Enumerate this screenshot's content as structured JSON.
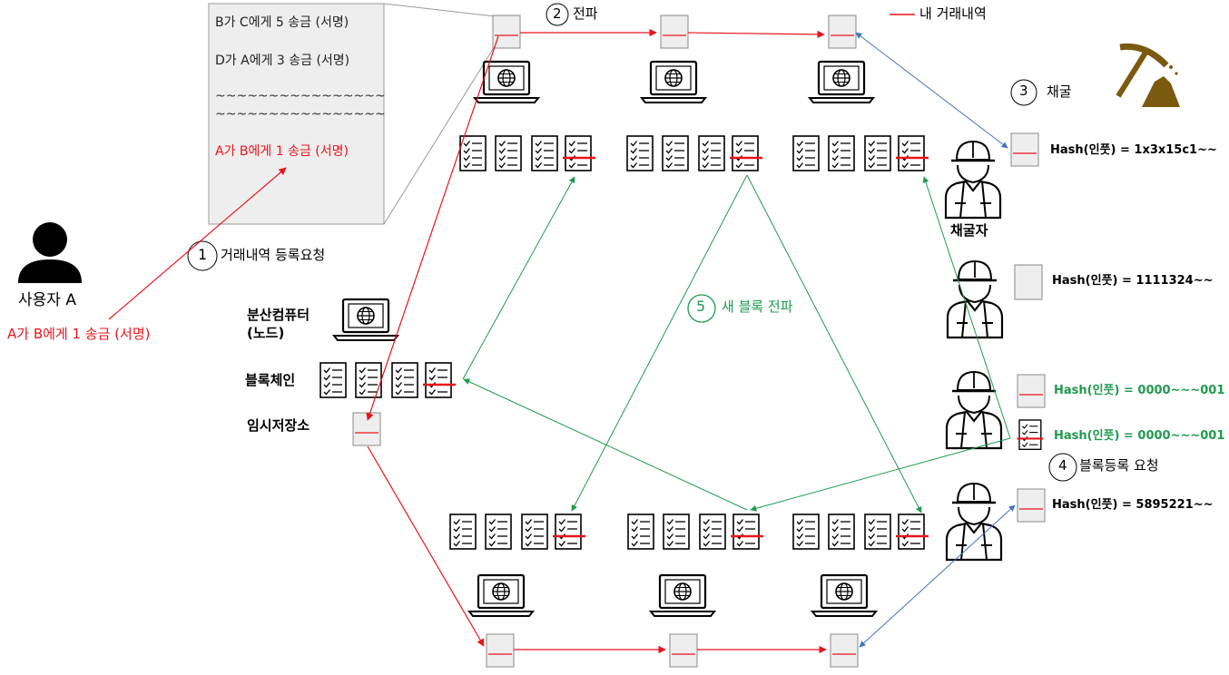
{
  "user": {
    "name": "사용자 A",
    "request": "A가 B에게 1 송금 (서명)"
  },
  "transaction_note": {
    "line1": "B가 C에게 5 송금 (서명)",
    "line2": "D가 A에게 3 송금 (서명)",
    "tilde1": "~~~~~~~~~~~~~~~~",
    "tilde2": "~~~~~~~~~~~~~~~~",
    "line3": "A가 B에게 1 송금 (서명)"
  },
  "steps": {
    "s1": {
      "num": "1",
      "label": "거래내역 등록요청"
    },
    "s2": {
      "num": "2",
      "label": "전파"
    },
    "s3": {
      "num": "3",
      "label": "채굴"
    },
    "s4": {
      "num": "4",
      "label": "블록등록 요청"
    },
    "s5": {
      "num": "5",
      "label": "새 블록 전파"
    }
  },
  "legend": {
    "label": "내 거래내역"
  },
  "node_labels": {
    "computer": "분산컴퓨터",
    "node": "(노드)",
    "blockchain": "블록체인",
    "temp_storage": "임시저장소"
  },
  "miners": {
    "label": "채굴자",
    "hashes": [
      "Hash(인풋) = 1x3x15c1~~",
      "Hash(인풋) = 1111324~~",
      "Hash(인풋) = 0000~~~001",
      "Hash(인풋) = 0000~~~001",
      "Hash(인풋) = 5895221~~"
    ]
  },
  "colors": {
    "red": "#e8141c",
    "green": "#1f9a4f",
    "blue": "#4472c4",
    "gray_box": "#eeeeee",
    "pickaxe": "#7a5a10"
  }
}
